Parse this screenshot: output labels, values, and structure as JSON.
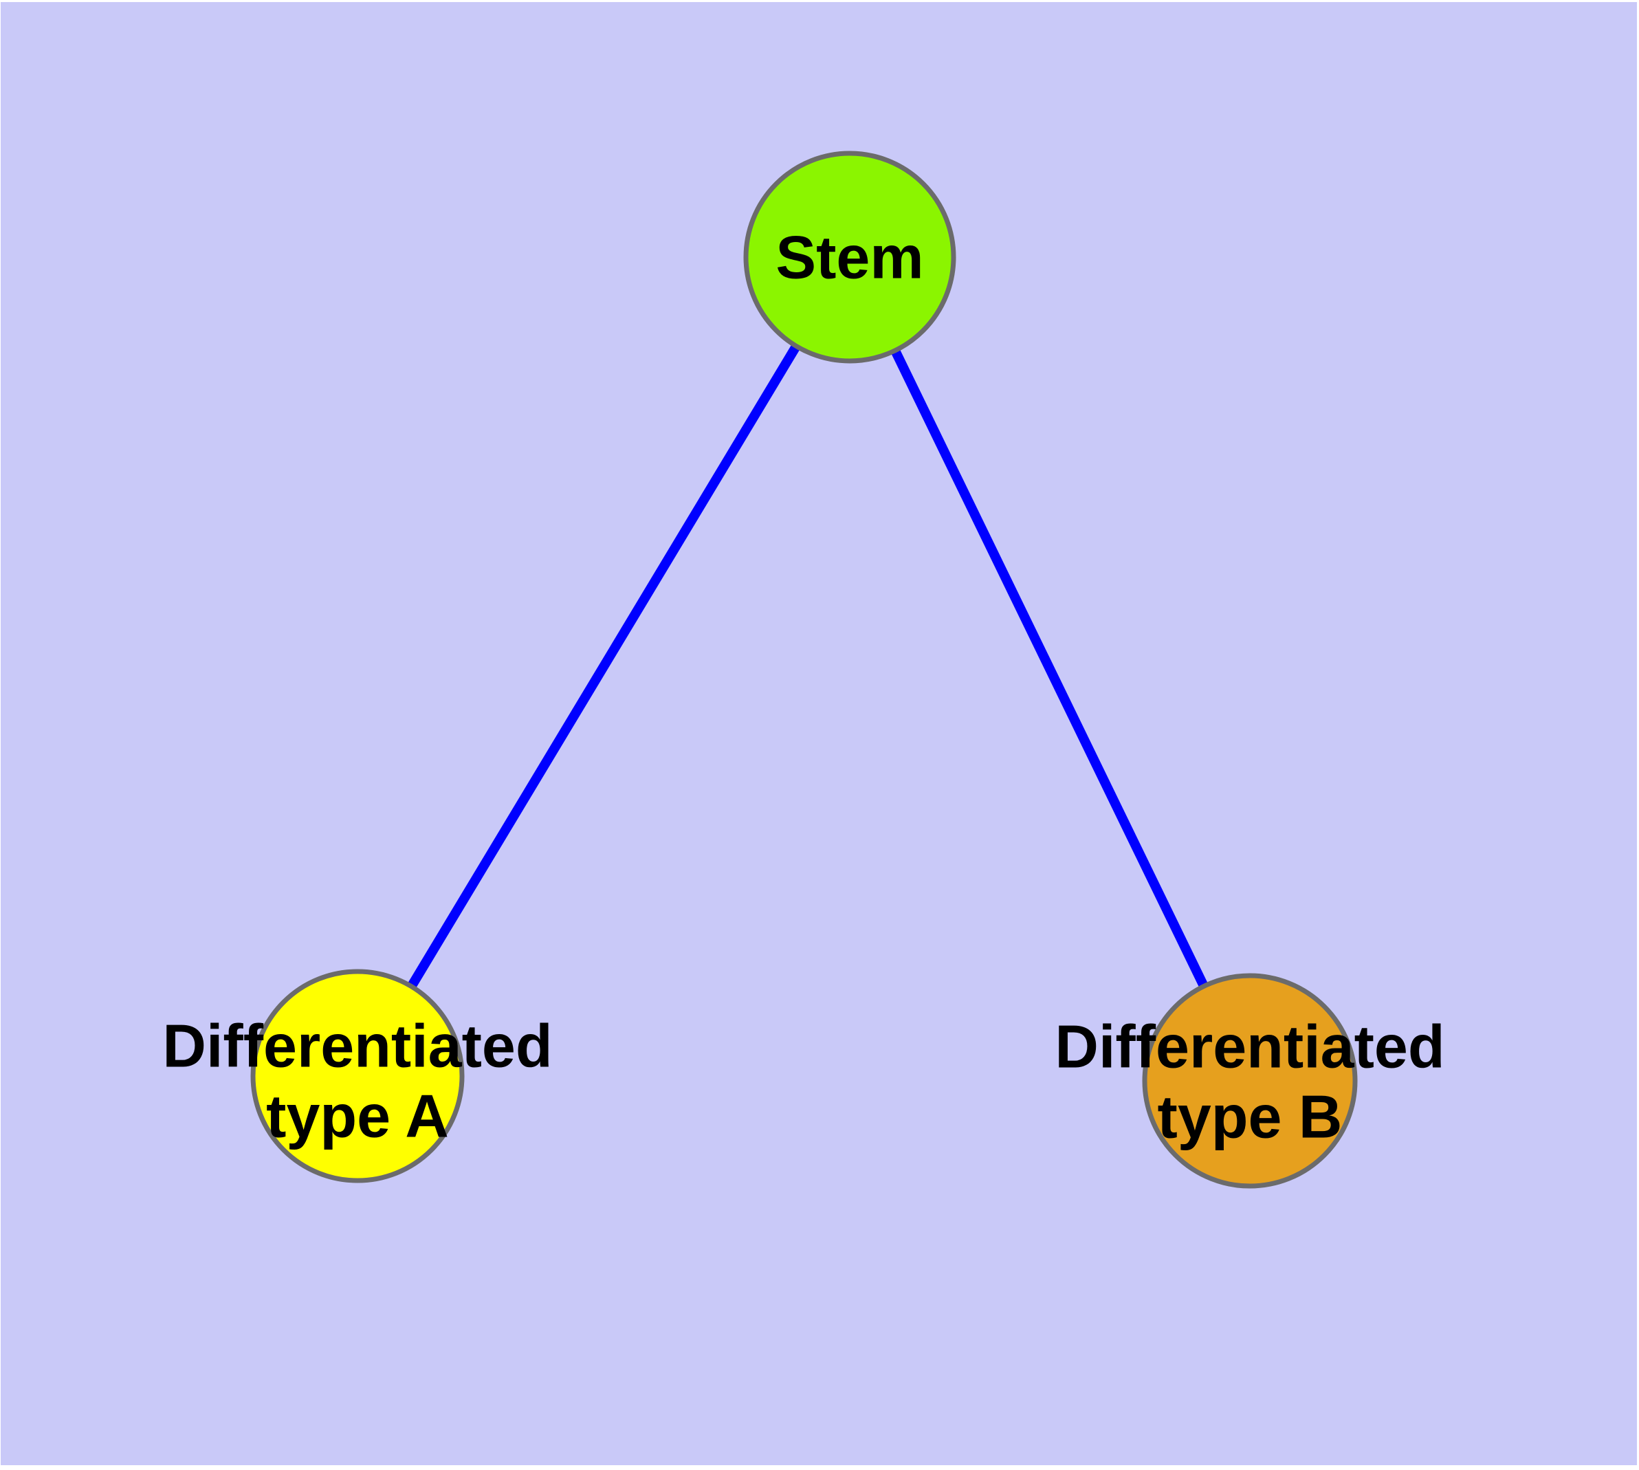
{
  "diagram": {
    "type": "network-graph",
    "background_color": "#C9C9F8",
    "page_margin_color": "#FFFFFF",
    "edge_color": "#0000FF",
    "node_border_color": "#6B6B6B",
    "text_color": "#000000",
    "nodes": {
      "stem": {
        "label": "Stem",
        "color": "#8BF500"
      },
      "type_a": {
        "label_line1": "Differentiated",
        "label_line2": "type A",
        "color": "#FFFF00"
      },
      "type_b": {
        "label_line1": "Differentiated",
        "label_line2": "type B",
        "color": "#E6A01E"
      }
    },
    "edges": [
      {
        "from": "Stem",
        "to": "Differentiated type A"
      },
      {
        "from": "Stem",
        "to": "Differentiated type B"
      }
    ]
  }
}
